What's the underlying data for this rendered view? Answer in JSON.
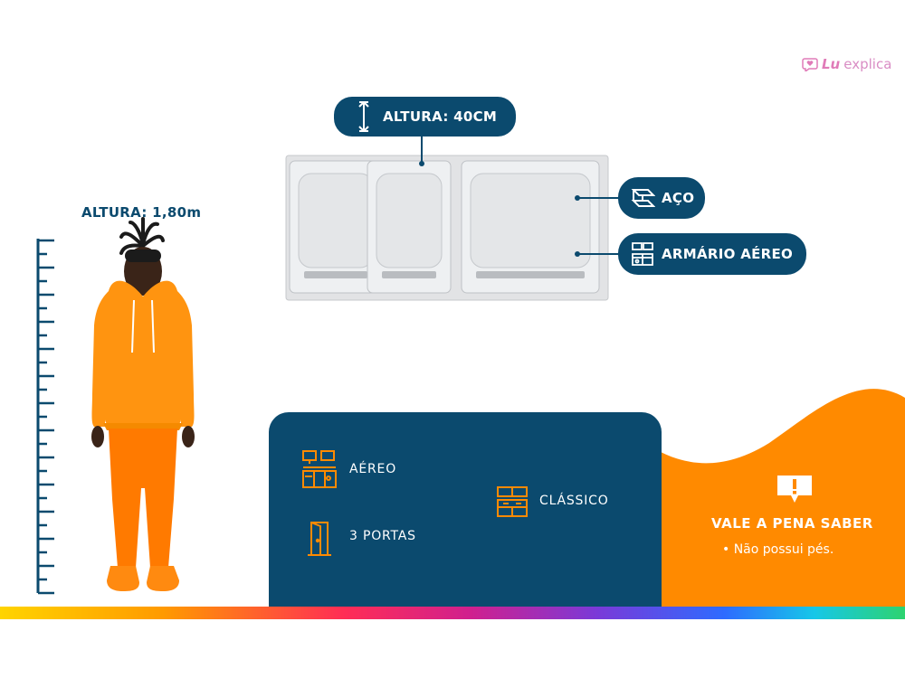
{
  "brand": {
    "lu": "Lu",
    "explica": "explica",
    "icon": "heart-chat-icon"
  },
  "person": {
    "height_label": "ALTURA: 1,80m",
    "illustration": "person-in-orange-tracksuit"
  },
  "product": {
    "illustration": "white-3-door-wall-cabinet"
  },
  "callouts": {
    "height": {
      "label": "ALTURA: 40CM",
      "icon": "vertical-arrow-icon"
    },
    "material": {
      "label": "AÇO",
      "icon": "steel-beam-icon"
    },
    "type": {
      "label": "ARMÁRIO AÉREO",
      "icon": "kitchen-cabinet-icon"
    }
  },
  "features": {
    "items": [
      {
        "label": "AÉREO",
        "icon": "kitchen-cabinet-icon"
      },
      {
        "label": "3  PORTAS",
        "icon": "door-icon"
      },
      {
        "label": "CLÁSSICO",
        "icon": "classic-furniture-icon"
      }
    ]
  },
  "tip": {
    "title": "VALE A PENA SABER",
    "bullet": "• Não possui pés.",
    "icon": "alert-speech-icon"
  },
  "colors": {
    "navy": "#0b4a6e",
    "orange": "#ff8a00",
    "pink": "#e07bb8"
  }
}
